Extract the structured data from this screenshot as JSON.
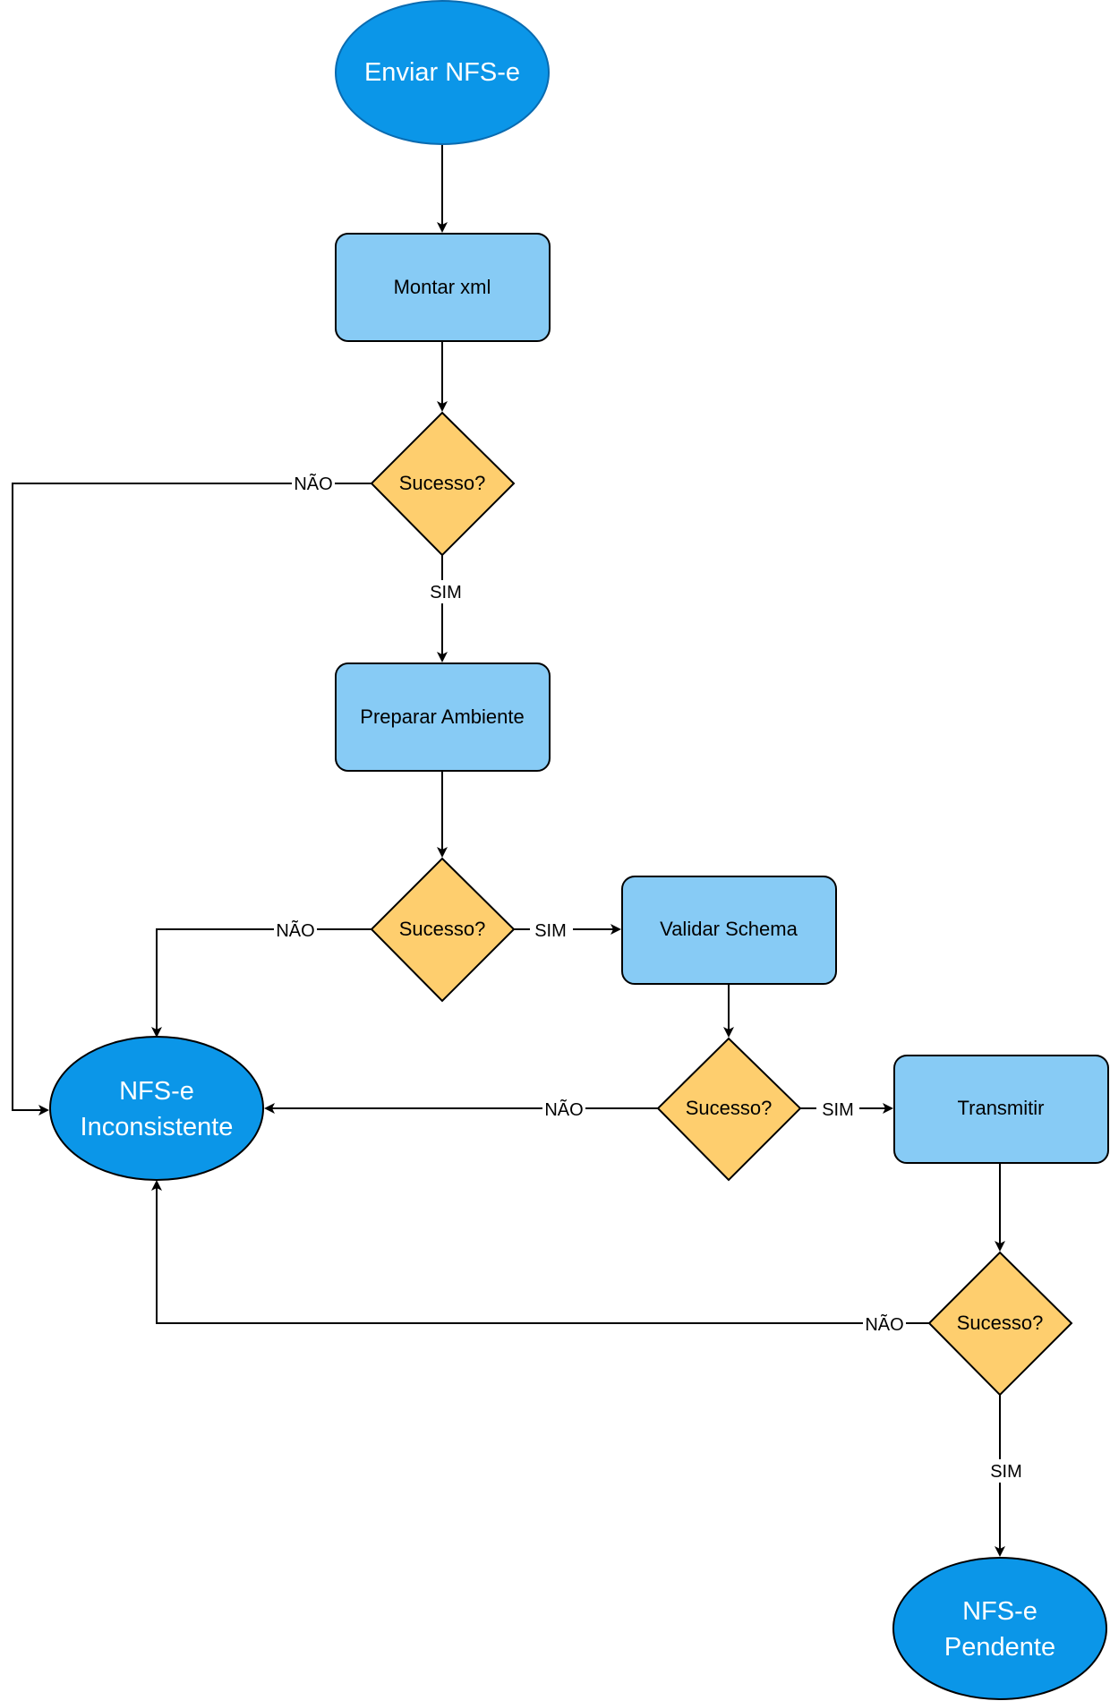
{
  "colors": {
    "terminal": "#0B96E8",
    "terminal_stroke": "#0A6BB0",
    "process": "#87CBF5",
    "decision": "#FECE6E",
    "line": "#000000"
  },
  "nodes": {
    "start": {
      "text": "Enviar NFS-e"
    },
    "montar": {
      "text": "Montar xml"
    },
    "dec1": {
      "text": "Sucesso?"
    },
    "preparar": {
      "text": "Preparar Ambiente"
    },
    "dec2": {
      "text": "Sucesso?"
    },
    "validar": {
      "text": "Validar Schema"
    },
    "dec3": {
      "text": "Sucesso?"
    },
    "transmitir": {
      "text": "Transmitir"
    },
    "dec4": {
      "text": "Sucesso?"
    },
    "inconsistente": {
      "line1": "NFS-e",
      "line2": "Inconsistente"
    },
    "pendente": {
      "line1": "NFS-e",
      "line2": "Pendente"
    }
  },
  "edges": {
    "dec1_nao": "NÃO",
    "dec1_sim": "SIM",
    "dec2_nao": "NÃO",
    "dec2_sim": "SIM",
    "dec3_nao": "NÃO",
    "dec3_sim": "SIM",
    "dec4_nao": "NÃO",
    "dec4_sim": "SIM"
  }
}
